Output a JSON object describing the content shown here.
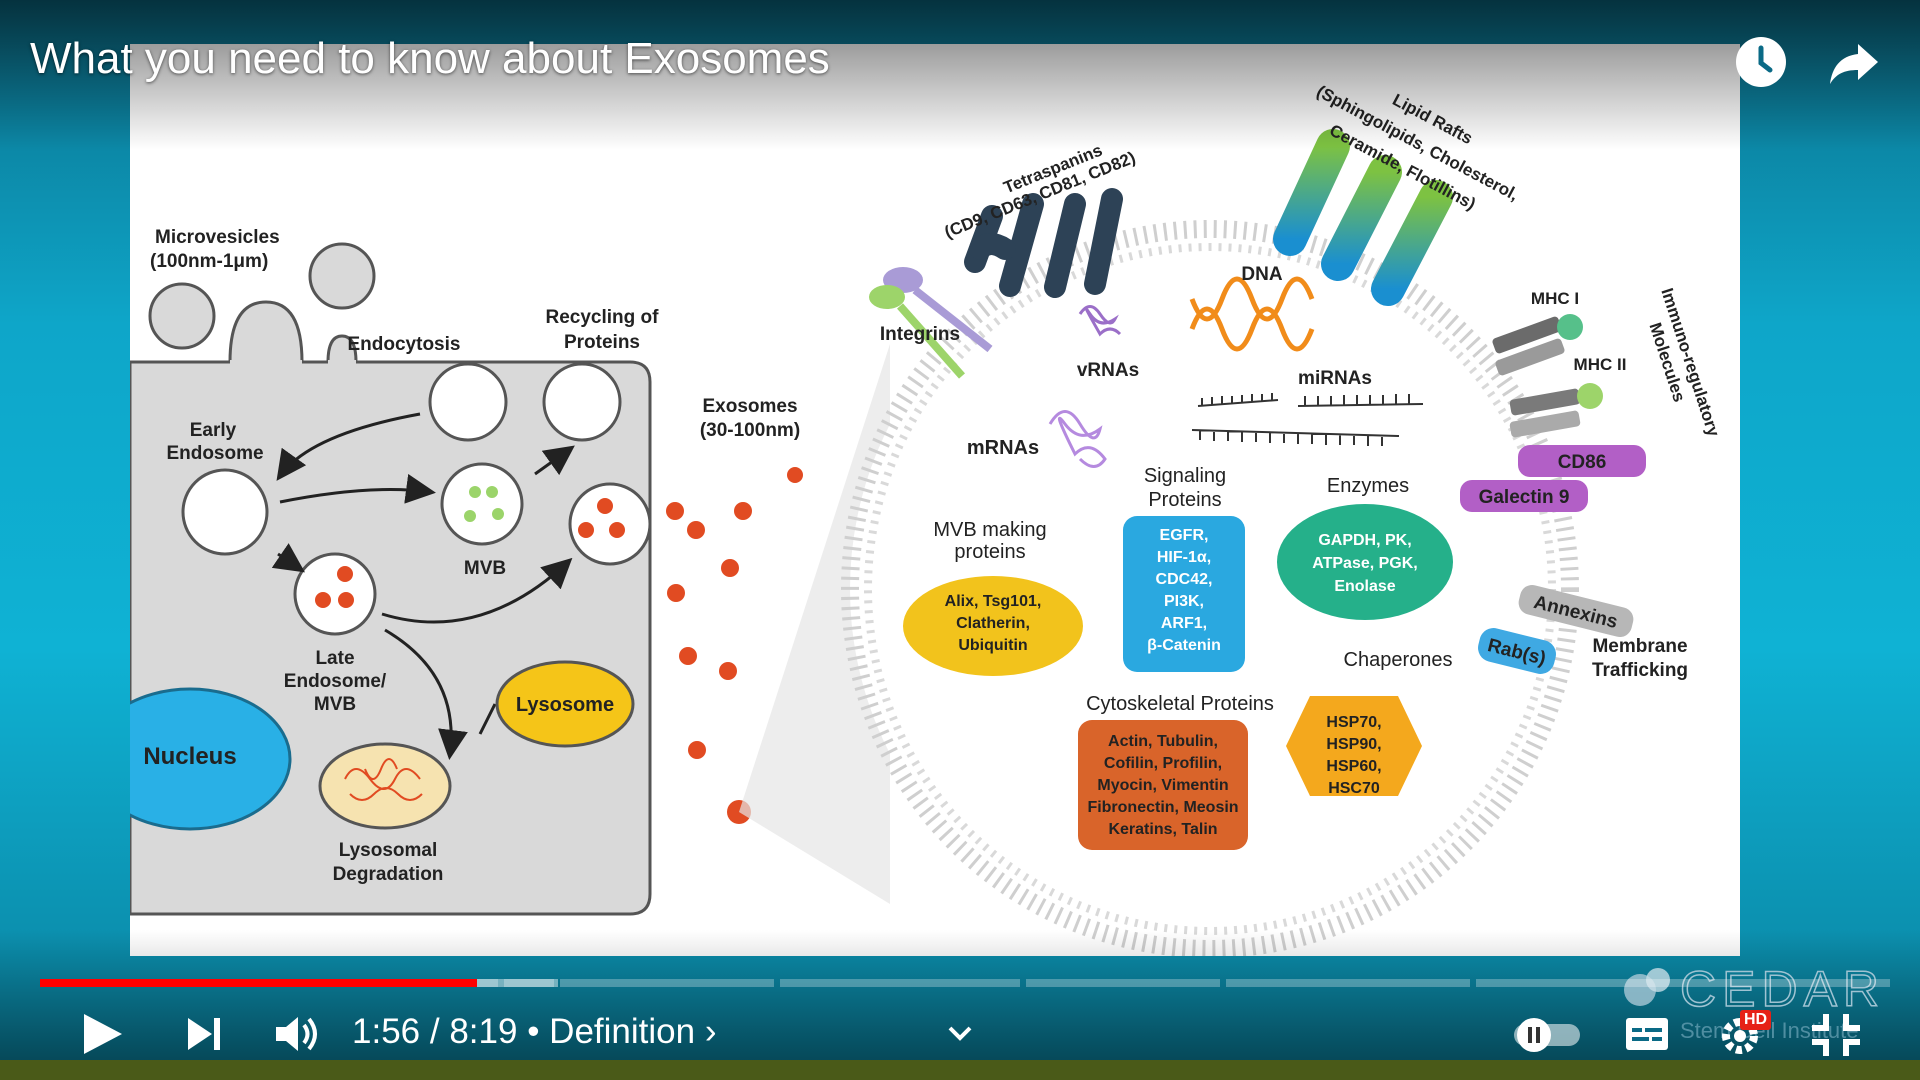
{
  "video": {
    "title": "What you need to know about Exosomes",
    "time_current": "1:56",
    "time_total": "8:19",
    "time_separator": "/",
    "chapter": "Definition",
    "chapter_arrow": "›",
    "progress_played": 0.236,
    "progress_buffered": 0.28,
    "quality_badge": "HD",
    "watermark": {
      "name": "CEDAR",
      "subtitle": "Stem Cell Institute"
    }
  },
  "icons": {
    "watch_later": "clock-icon",
    "share": "share-arrow-icon",
    "play": "play-icon",
    "next": "skip-next-icon",
    "volume": "volume-icon",
    "chapters_toggle": "chevron-down-icon",
    "autoplay": "autoplay-toggle-icon",
    "captions": "captions-icon",
    "settings": "gear-icon",
    "fullscreen_exit": "exit-fullscreen-icon"
  },
  "colors": {
    "progress_played": "#ff0000",
    "slide_cell_fill": "#d9d9d9",
    "nucleus": "#29b0e6",
    "lysosome": "#f5c518",
    "exosome_dot": "#e14b22",
    "mvb_oval": "#f2c31c",
    "signaling_box": "#2aa8e0",
    "enzyme_oval": "#25b08a",
    "cytoskeletal_box": "#d9642a",
    "chaperone_hex": "#f4a81d",
    "cd86": "#b25fc6",
    "tetraspanin": "#2d4256"
  },
  "slide": {
    "microvesicles": "Microvesicles",
    "microvesicles_size": "(100nm-1μm)",
    "endocytosis": "Endocytosis",
    "recycling_line1": "Recycling of",
    "recycling_line2": "Proteins",
    "early_endosome_line1": "Early",
    "early_endosome_line2": "Endosome",
    "mvb": "MVB",
    "late_endosome_line1": "Late",
    "late_endosome_line2": "Endosome/",
    "late_endosome_line3": "MVB",
    "nucleus": "Nucleus",
    "lysosome": "Lysosome",
    "lysosomal_line1": "Lysosomal",
    "lysosomal_line2": "Degradation",
    "exosomes": "Exosomes",
    "exosomes_size": "(30-100nm)",
    "tetraspanins_line1": "Tetraspanins",
    "tetraspanins_line2": "(CD9, CD63, CD81, CD82)",
    "lipid_line1": "Lipid Rafts",
    "lipid_line2": "(Sphingolipids, Cholesterol,",
    "lipid_line3": "Ceramide, Flotillins)",
    "integrins": "Integrins",
    "vrnas": "vRNAs",
    "dna": "DNA",
    "mirnas": "miRNAs",
    "mrnas": "mRNAs",
    "mhc1": "MHC I",
    "mhc2": "MHC II",
    "immuno_line1": "Immuno-regulatory",
    "immuno_line2": "Molecules",
    "cd86": "CD86",
    "galectin": "Galectin 9",
    "annexins": "Annexins",
    "rabs": "Rab(s)",
    "membrane_line1": "Membrane",
    "membrane_line2": "Trafficking",
    "signaling_line1": "Signaling",
    "signaling_line2": "Proteins",
    "signaling_items": [
      "EGFR,",
      "HIF-1α,",
      "CDC42,",
      "PI3K,",
      "ARF1,",
      "β-Catenin"
    ],
    "enzymes": "Enzymes",
    "enzyme_items": [
      "GAPDH, PK,",
      "ATPase, PGK,",
      "Enolase"
    ],
    "mvb_making_line1": "MVB making",
    "mvb_making_line2": "proteins",
    "mvb_items": [
      "Alix, Tsg101,",
      "Clatherin,",
      "Ubiquitin"
    ],
    "chaperones": "Chaperones",
    "chaperone_items": [
      "HSP70,",
      "HSP90,",
      "HSP60,",
      "HSC70"
    ],
    "cytoskeletal": "Cytoskeletal Proteins",
    "cytoskeletal_items": [
      "Actin, Tubulin,",
      "Cofilin, Profilin,",
      "Myocin, Vimentin",
      "Fibronectin, Meosin",
      "Keratins, Talin"
    ]
  }
}
